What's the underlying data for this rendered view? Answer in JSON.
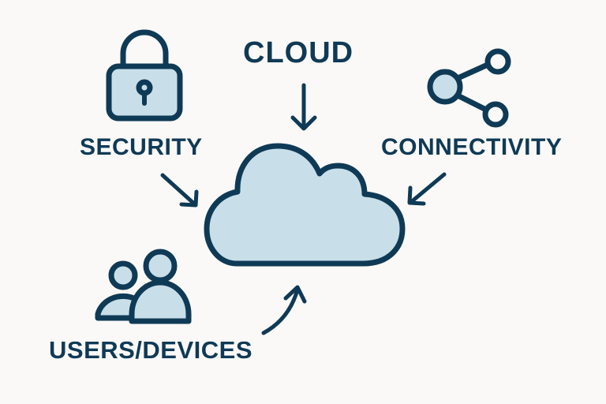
{
  "diagram": {
    "title": "CLOUD",
    "center_node": {
      "label": "CLOUD",
      "icon": "cloud-icon"
    },
    "nodes": [
      {
        "id": "security",
        "label": "SECURITY",
        "icon": "padlock-icon",
        "arrow_to": "cloud"
      },
      {
        "id": "connectivity",
        "label": "CONNECTIVITY",
        "icon": "share-nodes-icon",
        "arrow_to": "cloud"
      },
      {
        "id": "users",
        "label": "USERS/DEVICES",
        "icon": "users-icon",
        "arrow_to": "cloud"
      }
    ],
    "colors": {
      "background": "#fbf9f7",
      "stroke": "#0f3a56",
      "fill": "#c8dfe9"
    }
  }
}
